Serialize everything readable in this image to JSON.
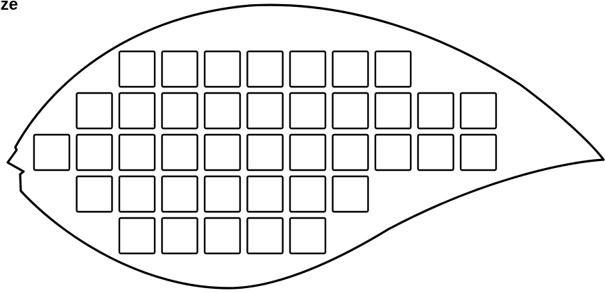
{
  "heading": {
    "text": "ize"
  },
  "diagram": {
    "shape": "leaf",
    "outline_color": "#000000",
    "cell_color": "#ffffff",
    "grid": {
      "rows": [
        {
          "first_column": 2,
          "cell_count": 7
        },
        {
          "first_column": 1,
          "cell_count": 10
        },
        {
          "first_column": 0,
          "cell_count": 11
        },
        {
          "first_column": 1,
          "cell_count": 7
        },
        {
          "first_column": 2,
          "cell_count": 5
        }
      ]
    }
  }
}
